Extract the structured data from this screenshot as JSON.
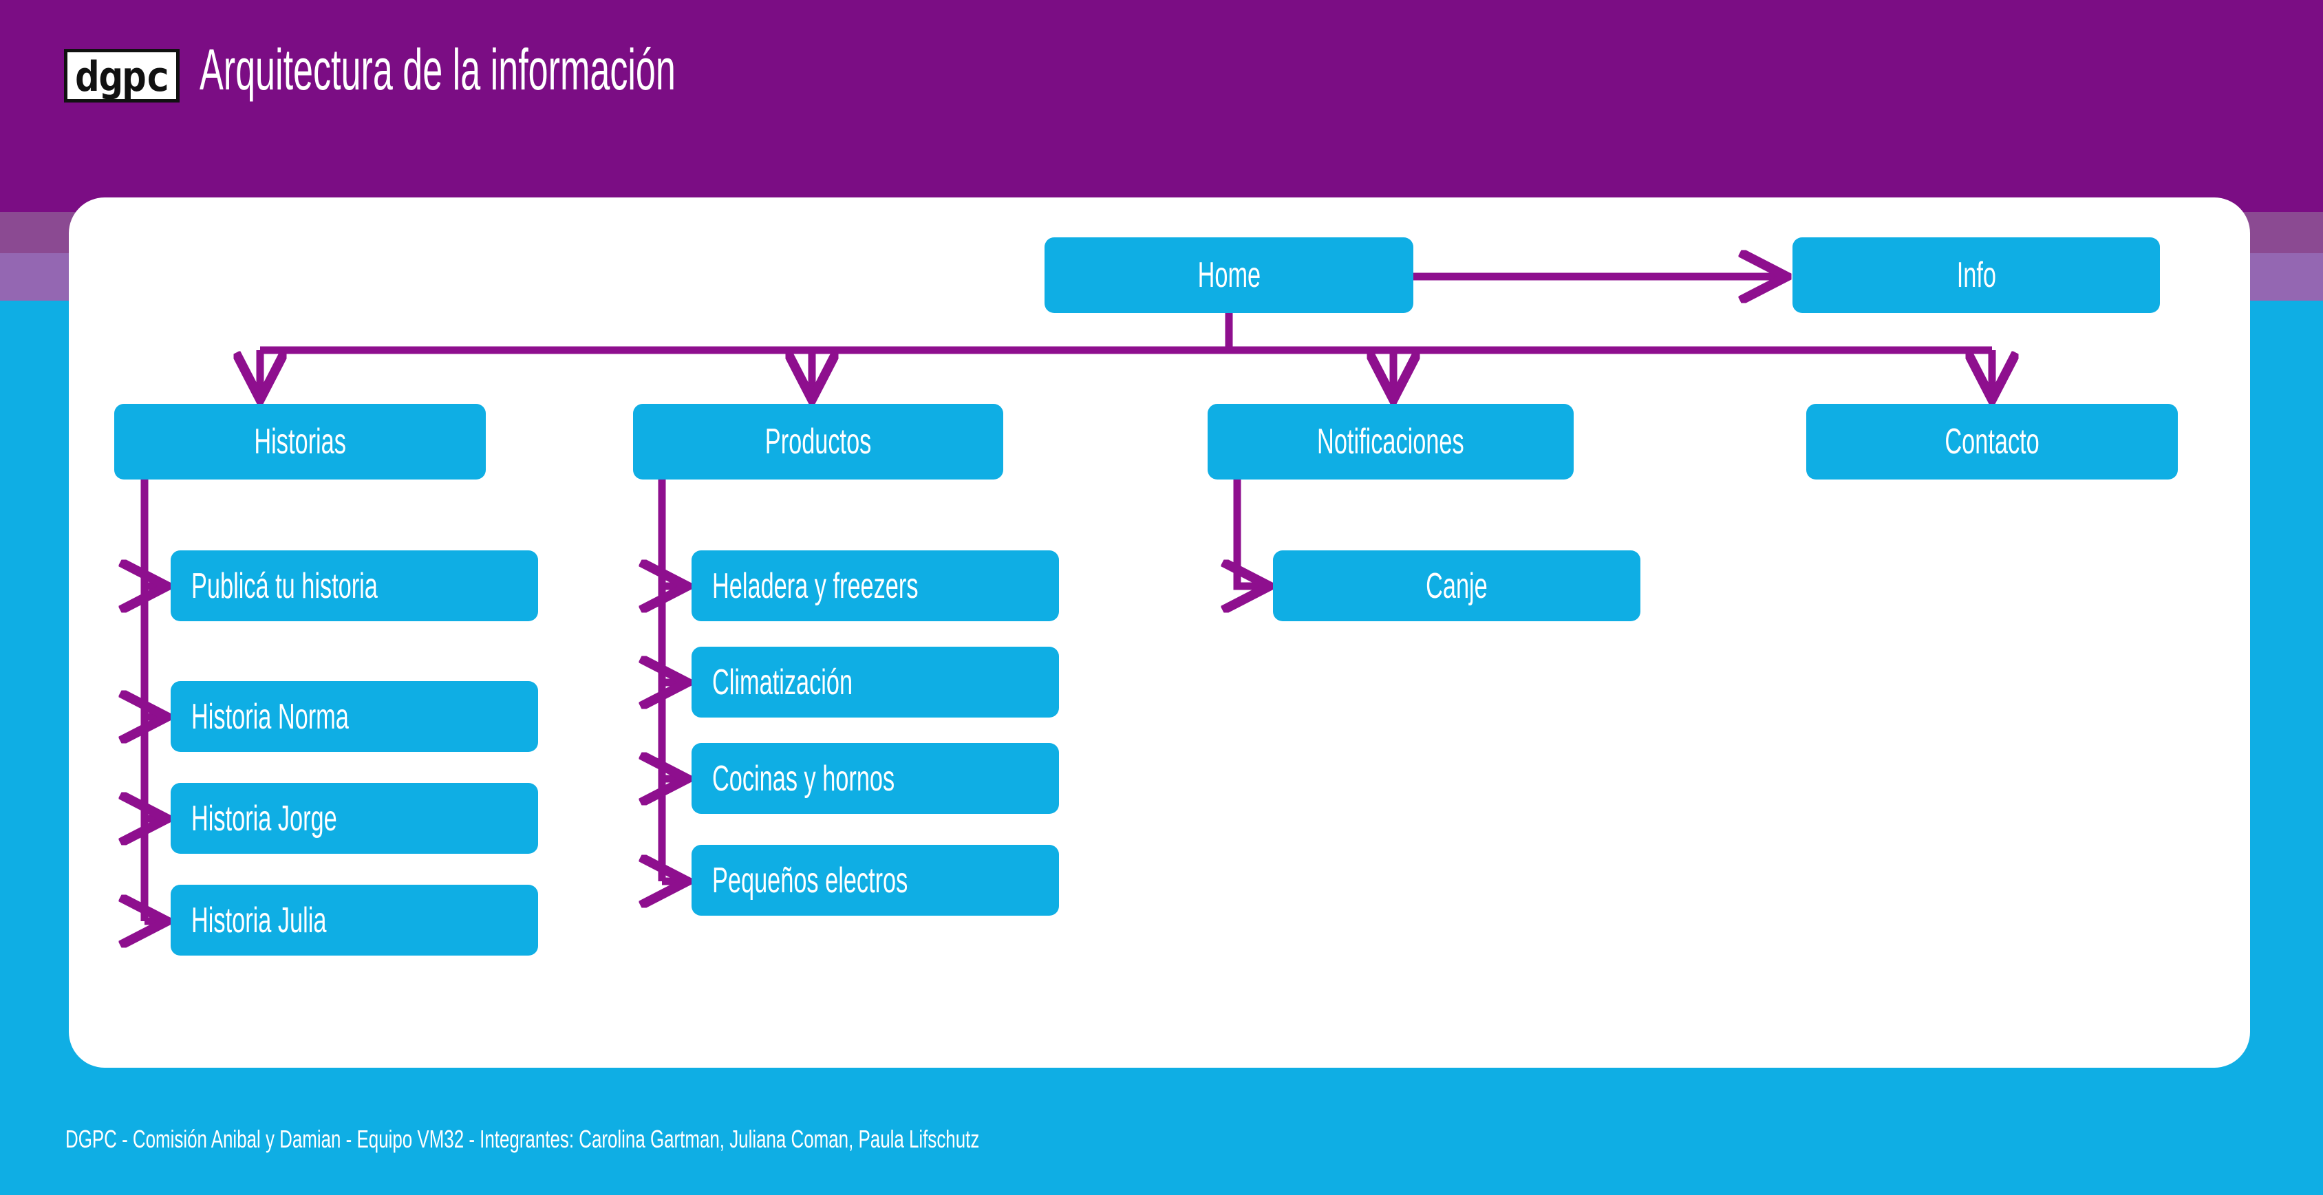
{
  "colors": {
    "header_purple": "#7B0D84",
    "band_mid_purple": "#8B4A92",
    "band_light_purple": "#9467B2",
    "cyan": "#0FAEE4",
    "node_cyan": "#0FAEE4",
    "connector_purple": "#8E0F8E",
    "card_white": "#FFFFFF",
    "text_white": "#FFFFFF"
  },
  "header": {
    "logo_text": "dgpc",
    "title": "Arquitectura de la información"
  },
  "diagram": {
    "type": "site-map-tree",
    "nodes": {
      "home": "Home",
      "info": "Info",
      "historias": "Historias",
      "productos": "Productos",
      "notificaciones": "Notificaciones",
      "contacto": "Contacto",
      "publica_tu_historia": "Publicá tu historia",
      "historia_norma": "Historia Norma",
      "historia_jorge": "Historia Jorge",
      "historia_julia": "Historia Julia",
      "heladera_freezers": "Heladera y freezers",
      "climatizacion": "Climatización",
      "cocinas_hornos": "Cocinas y hornos",
      "pequenos_electros": "Pequeños electros",
      "canje": "Canje"
    }
  },
  "footer": {
    "credits": "DGPC - Comisión Anibal y Damian - Equipo VM32 - Integrantes: Carolina Gartman, Juliana Coman, Paula Lifschutz"
  }
}
